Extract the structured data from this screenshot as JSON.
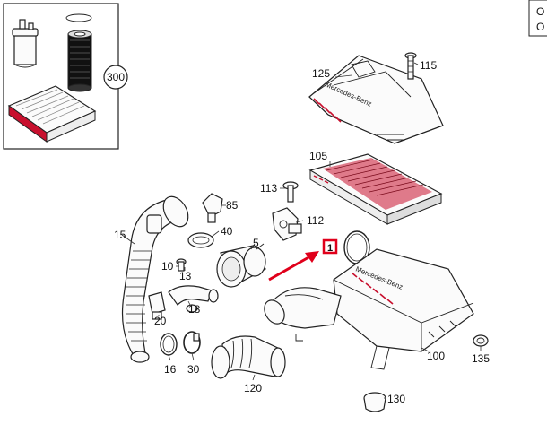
{
  "diagram": {
    "kit_label": "300",
    "corner_text": "O\nO",
    "highlight_label": "1",
    "callouts": {
      "c125": "125",
      "c115": "115",
      "c105": "105",
      "c113": "113",
      "c112": "112",
      "c85": "85",
      "c40": "40",
      "c15": "15",
      "c5": "5",
      "c10": "10",
      "c13": "13",
      "c18": "18",
      "c20": "20",
      "c16": "16",
      "c30": "30",
      "c120": "120",
      "c100": "100",
      "c135": "135",
      "c130": "130"
    },
    "cover_brand_text": "Mercedes-Benz",
    "colors": {
      "accent_red": "#c8102e",
      "highlight_red": "#e0001b",
      "line": "#222222"
    }
  }
}
